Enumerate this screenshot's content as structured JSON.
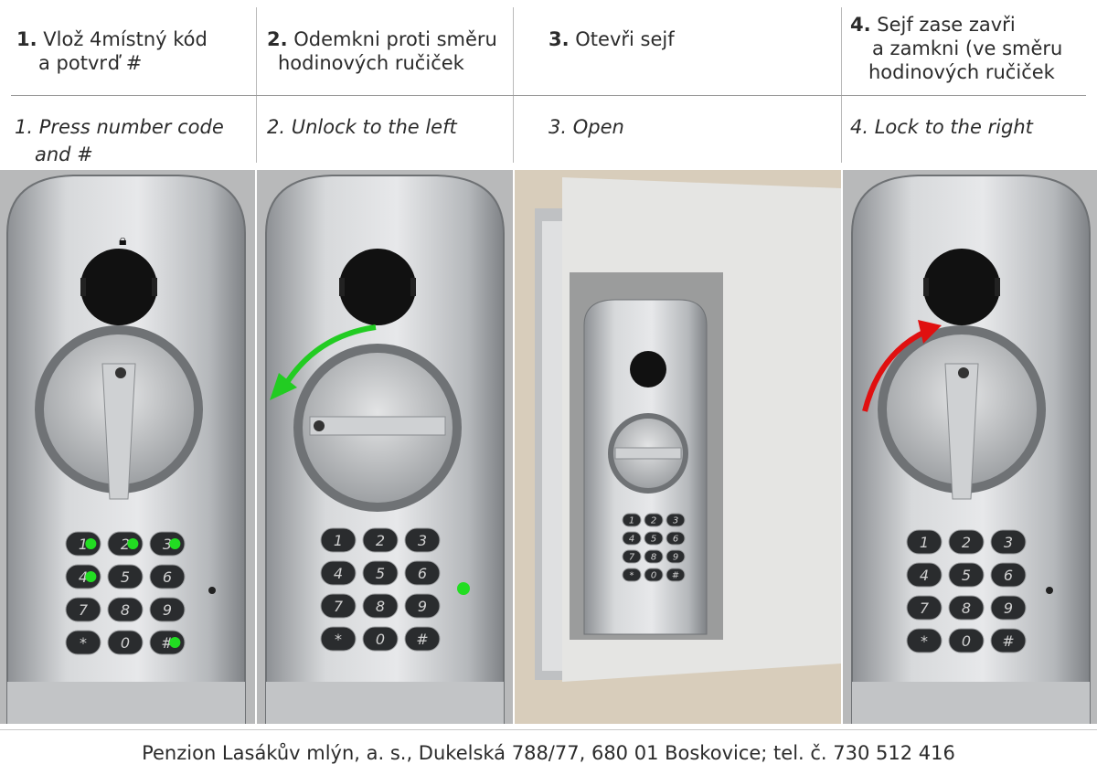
{
  "steps": [
    {
      "cz_num": "1.",
      "cz_line1": "Vlož 4místný kód",
      "cz_line2": "a potvrď #",
      "en_line1": "1. Press number code",
      "en_line2": "and #"
    },
    {
      "cz_num": "2.",
      "cz_line1": "Odemkni proti směru",
      "cz_line2": "hodinových ručiček",
      "en_line1": "2. Unlock to the left",
      "en_line2": ""
    },
    {
      "cz_num": "3.",
      "cz_line1": "Otevři sejf",
      "cz_line2": "",
      "en_line1": "3. Open",
      "en_line2": ""
    },
    {
      "cz_num": "4.",
      "cz_line1": "Sejf zase zavři",
      "cz_line2": "a zamkni (ve směru",
      "cz_line3": "hodinových ručiček",
      "en_line1": "4. Lock to the right",
      "en_line2": ""
    }
  ],
  "keypad_keys": [
    "1",
    "2",
    "3",
    "4",
    "5",
    "6",
    "7",
    "8",
    "9",
    "*",
    "0",
    "#"
  ],
  "colors": {
    "highlight_dot": "#22dd22",
    "arrow_unlock": "#22cc22",
    "arrow_lock": "#e01010",
    "panel_metal": "#c6c8ca",
    "wall": "#bcbcbc"
  },
  "footer": "Penzion Lasákův mlýn, a. s., Dukelská 788/77, 680 01 Boskovice; tel. č. 730 512 416"
}
